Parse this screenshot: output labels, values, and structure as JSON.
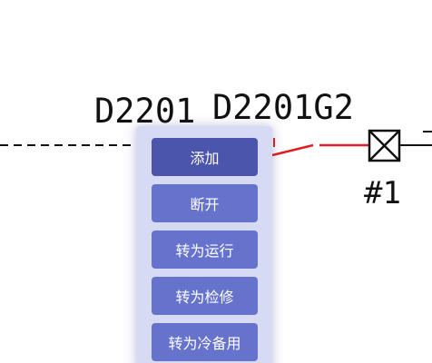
{
  "diagram": {
    "labels": {
      "bus": "D2201",
      "feeder": "D2201G2",
      "breaker": "#1"
    },
    "colors": {
      "line": "#111111",
      "energized": "#e02020"
    }
  },
  "context_menu": {
    "items": [
      {
        "label": "添加"
      },
      {
        "label": "断开"
      },
      {
        "label": "转为运行"
      },
      {
        "label": "转为检修"
      },
      {
        "label": "转为冷备用"
      }
    ],
    "colors": {
      "panel": "#d6dbf3",
      "item": "#6673cc",
      "item_active": "#4a55ab"
    }
  }
}
